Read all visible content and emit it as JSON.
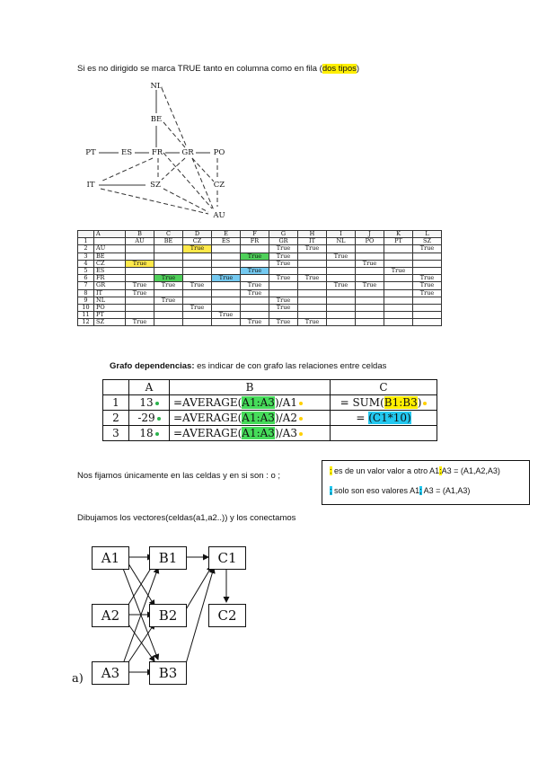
{
  "intro": {
    "text": "Si es no dirigido se marca TRUE tanto en columna como en fila (",
    "highlight": "dos tipos",
    "end": ")"
  },
  "network": {
    "nodes": [
      "NL",
      "BE",
      "PT",
      "ES",
      "FR",
      "GR",
      "PO",
      "IT",
      "SZ",
      "CZ",
      "AU"
    ]
  },
  "adjacency": {
    "columns": [
      "",
      "A",
      "B",
      "C",
      "D",
      "E",
      "F",
      "G",
      "H",
      "I",
      "J",
      "K",
      "L"
    ],
    "header_row": {
      "num": "1",
      "cells": [
        "",
        "AU",
        "BE",
        "CZ",
        "ES",
        "FR",
        "GR",
        "IT",
        "NL",
        "PO",
        "PT",
        "SZ"
      ]
    },
    "rows": [
      {
        "num": "2",
        "label": "AU",
        "cells": [
          "",
          "",
          "True",
          "",
          "",
          "True",
          "True",
          "",
          "",
          "",
          "True"
        ]
      },
      {
        "num": "3",
        "label": "BE",
        "cells": [
          "",
          "",
          "",
          "",
          "True",
          "True",
          "",
          "True",
          "",
          "",
          ""
        ]
      },
      {
        "num": "4",
        "label": "CZ",
        "cells": [
          "True",
          "",
          "",
          "",
          "",
          "True",
          "",
          "",
          "True",
          "",
          ""
        ]
      },
      {
        "num": "5",
        "label": "ES",
        "cells": [
          "",
          "",
          "",
          "",
          "True",
          "",
          "",
          "",
          "",
          "True",
          ""
        ]
      },
      {
        "num": "6",
        "label": "FR",
        "cells": [
          "",
          "True",
          "",
          "True",
          "",
          "True",
          "True",
          "",
          "",
          "",
          "True"
        ]
      },
      {
        "num": "7",
        "label": "GR",
        "cells": [
          "True",
          "True",
          "True",
          "",
          "True",
          "",
          "",
          "True",
          "True",
          "",
          "True"
        ]
      },
      {
        "num": "8",
        "label": "IT",
        "cells": [
          "True",
          "",
          "",
          "",
          "True",
          "",
          "",
          "",
          "",
          "",
          "True"
        ]
      },
      {
        "num": "9",
        "label": "NL",
        "cells": [
          "",
          "True",
          "",
          "",
          "",
          "True",
          "",
          "",
          "",
          "",
          ""
        ]
      },
      {
        "num": "10",
        "label": "PO",
        "cells": [
          "",
          "",
          "True",
          "",
          "",
          "True",
          "",
          "",
          "",
          "",
          ""
        ]
      },
      {
        "num": "11",
        "label": "PT",
        "cells": [
          "",
          "",
          "",
          "True",
          "",
          "",
          "",
          "",
          "",
          "",
          ""
        ]
      },
      {
        "num": "12",
        "label": "SZ",
        "cells": [
          "True",
          "",
          "",
          "",
          "True",
          "True",
          "True",
          "",
          "",
          "",
          ""
        ]
      }
    ]
  },
  "grafo": {
    "title_bold": "Grafo dependencias:",
    "title_rest": " es indicar de con grafo las relaciones entre celdas"
  },
  "dep_table": {
    "headers": [
      "",
      "A",
      "B",
      "C"
    ],
    "rows": [
      {
        "num": "1",
        "a": "13",
        "b_pre": "=AVERAGE(",
        "b_range": "A1:A3",
        "b_post": ")/A1",
        "c_pre": "= SUM(",
        "c_range": "B1:B3",
        "c_post": ")"
      },
      {
        "num": "2",
        "a": "-29",
        "b_pre": "=AVERAGE(",
        "b_range": "A1:A3",
        "b_post": ")/A2",
        "c_pre": "= ",
        "c_range": "(C1*10)",
        "c_post": ""
      },
      {
        "num": "3",
        "a": "18",
        "b_pre": "=AVERAGE(",
        "b_range": "A1:A3",
        "b_post": ")/A3",
        "c_pre": "",
        "c_range": "",
        "c_post": ""
      }
    ],
    "colors": {
      "green": "#46dc5a",
      "yellow": "#ffef00",
      "blue": "#22c8f0"
    }
  },
  "nos": {
    "text": "Nos fijamos únicamente en las celdas y en si son : o ;"
  },
  "note": {
    "line1_mark": ":",
    "line1_text": " es de un valor valor a otro A1",
    "line1_mark2": ":",
    "line1_end": "A3 = (A1,A2,A3)",
    "line2_mark": ";",
    "line2_text": " solo son eso valores A1",
    "line2_mark2": ";",
    "line2_end": " A3 = (A1,A3)"
  },
  "dibujamos": {
    "text": "Dibujamos los vectores(celdas(a1,a2..)) y los conectamos"
  },
  "dgraph": {
    "nodes": [
      "A1",
      "B1",
      "C1",
      "A2",
      "B2",
      "C2",
      "A3",
      "B3"
    ],
    "side_label": "a)"
  }
}
